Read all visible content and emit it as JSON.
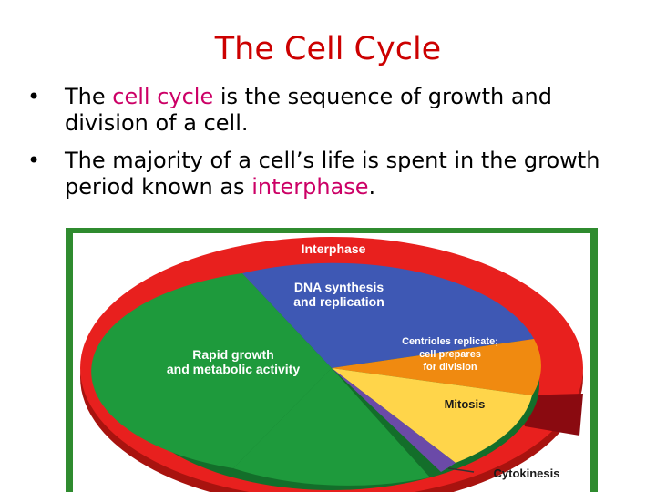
{
  "slide": {
    "title": "The Cell Cycle",
    "bullets": [
      {
        "bullet": "•",
        "pre": "The ",
        "highlight": "cell cycle",
        "post": " is the sequence of growth and division of a cell."
      },
      {
        "bullet": "•",
        "pre": "The majority of a cell’s life is spent in the growth period known as ",
        "highlight": "interphase",
        "post": "."
      }
    ],
    "highlight_color": "#cc0066",
    "title_color": "#cc0000"
  },
  "diagram": {
    "ring_label": "Interphase",
    "segments": {
      "dna": [
        "DNA synthesis",
        "and replication"
      ],
      "growth": [
        "Rapid growth",
        "and metabolic activity"
      ],
      "centrioles": [
        "Centrioles replicate;",
        "cell prepares",
        "for division"
      ],
      "mitosis": "Mitosis",
      "cytokinesis": "Cytokinesis"
    },
    "colors": {
      "ring": "#e8201e",
      "dna": "#3e58b4",
      "growth": "#1e9a3c",
      "centrioles": "#f08a10",
      "mitosis": "#ffd54a",
      "cytokinesis": "#6b4aa8",
      "arrow": "#8a0a10",
      "frame": "#2f8b2f"
    }
  }
}
